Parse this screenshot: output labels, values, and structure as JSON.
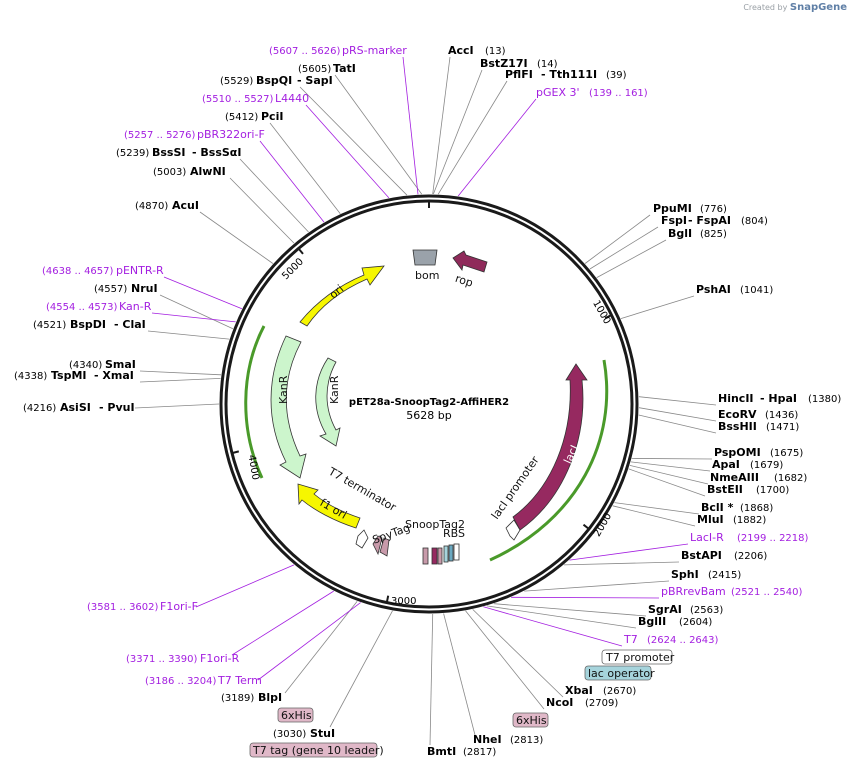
{
  "brand": {
    "created_by": "Created by",
    "name": "SnapGene"
  },
  "map": {
    "title": "pET28a-SnoopTag2-AffiHER2",
    "size": "5628 bp",
    "tick_labels": [
      "1000",
      "2000",
      "3000",
      "4000",
      "5000"
    ]
  },
  "features": [
    {
      "label": "ori",
      "color": "#f6f600"
    },
    {
      "label": "bom",
      "color": "#9aa2aa"
    },
    {
      "label": "rop",
      "color": "#8f2a5a"
    },
    {
      "label": "KanR",
      "color": "#ccf5cc"
    },
    {
      "label": "KanR",
      "color": "#ccf5cc"
    },
    {
      "label": "lacI",
      "color": "#962960"
    },
    {
      "label": "lacI promoter",
      "color": "#ffffff"
    },
    {
      "label": "f1 ori",
      "color": "#f6f600"
    },
    {
      "label": "T7 terminator",
      "color": "#ffffff"
    },
    {
      "label": "SpyTag",
      "color": "#c89aaa"
    },
    {
      "label": "SnoopTag2",
      "color": "#c89aaa"
    },
    {
      "label": "RBS",
      "color": "#ffffff"
    }
  ],
  "enzymes": [
    {
      "name": "AccI",
      "pos": "(13)"
    },
    {
      "name": "BstZ17I",
      "pos": "(14)"
    },
    {
      "name": "PflFI",
      "name2": "Tth111I",
      "pos": "(39)"
    },
    {
      "name": "PpuMI",
      "pos": "(776)"
    },
    {
      "name": "FspI",
      "name2": "FspAI",
      "pos": "(804)"
    },
    {
      "name": "BglI",
      "pos": "(825)"
    },
    {
      "name": "PshAI",
      "pos": "(1041)"
    },
    {
      "name": "HincII",
      "name2": "HpaI",
      "pos": "(1380)"
    },
    {
      "name": "EcoRV",
      "pos": "(1436)"
    },
    {
      "name": "BssHII",
      "pos": "(1471)"
    },
    {
      "name": "PspOMI",
      "pos": "(1675)"
    },
    {
      "name": "ApaI",
      "pos": "(1679)"
    },
    {
      "name": "NmeAIII",
      "pos": "(1682)"
    },
    {
      "name": "BstEII",
      "pos": "(1700)"
    },
    {
      "name": "BclI *",
      "pos": "(1868)"
    },
    {
      "name": "MluI",
      "pos": "(1882)"
    },
    {
      "name": "BstAPI",
      "pos": "(2206)"
    },
    {
      "name": "SphI",
      "pos": "(2415)"
    },
    {
      "name": "SgrAI",
      "pos": "(2563)"
    },
    {
      "name": "BglII",
      "pos": "(2604)"
    },
    {
      "name": "XbaI",
      "pos": "(2670)"
    },
    {
      "name": "NcoI",
      "pos": "(2709)"
    },
    {
      "name": "NheI",
      "pos": "(2813)"
    },
    {
      "name": "BmtI",
      "pos": "(2817)"
    },
    {
      "name": "StuI",
      "pos": "(3030)"
    },
    {
      "name": "BlpI",
      "pos": "(3189)"
    },
    {
      "name": "AsiSI",
      "name2": "PvuI",
      "pos": "(4216)"
    },
    {
      "name": "SmaI",
      "pos": "(4340)"
    },
    {
      "name": "TspMI",
      "name2": "XmaI",
      "pos": "(4338)"
    },
    {
      "name": "BspDI",
      "name2": "ClaI",
      "pos": "(4521)"
    },
    {
      "name": "NruI",
      "pos": "(4557)"
    },
    {
      "name": "AcuI",
      "pos": "(4870)"
    },
    {
      "name": "AlwNI",
      "pos": "(5003)"
    },
    {
      "name": "BssSI",
      "name2": "BssSαI",
      "pos": "(5239)"
    },
    {
      "name": "PciI",
      "pos": "(5412)"
    },
    {
      "name": "BspQI",
      "name2": "SapI",
      "pos": "(5529)"
    },
    {
      "name": "TatI",
      "pos": "(5605)"
    }
  ],
  "primers": [
    {
      "name": "pRS-marker",
      "range": "(5607 .. 5626)"
    },
    {
      "name": "pGEX 3'",
      "range": "(139 .. 161)"
    },
    {
      "name": "L4440",
      "range": "(5510 .. 5527)"
    },
    {
      "name": "pBR322ori-F",
      "range": "(5257 .. 5276)"
    },
    {
      "name": "pENTR-R",
      "range": "(4638 .. 4657)"
    },
    {
      "name": "Kan-R",
      "range": "(4554 .. 4573)"
    },
    {
      "name": "LacI-R",
      "range": "(2199 .. 2218)"
    },
    {
      "name": "pBRrevBam",
      "range": "(2521 .. 2540)"
    },
    {
      "name": "T7",
      "range": "(2624 .. 2643)"
    },
    {
      "name": "F1ori-F",
      "range": "(3581 .. 3602)"
    },
    {
      "name": "F1ori-R",
      "range": "(3371 .. 3390)"
    },
    {
      "name": "T7 Term",
      "range": "(3186 .. 3204)"
    }
  ],
  "boxed_labels": [
    {
      "label": "T7 promoter",
      "fill": "#ffffff"
    },
    {
      "label": "lac operator",
      "fill": "#a6d4dc"
    },
    {
      "label": "6xHis",
      "fill": "#e0b8c8"
    },
    {
      "label": "6xHis",
      "fill": "#e0b8c8"
    },
    {
      "label": "T7 tag (gene 10 leader)",
      "fill": "#e0b8c8"
    }
  ]
}
